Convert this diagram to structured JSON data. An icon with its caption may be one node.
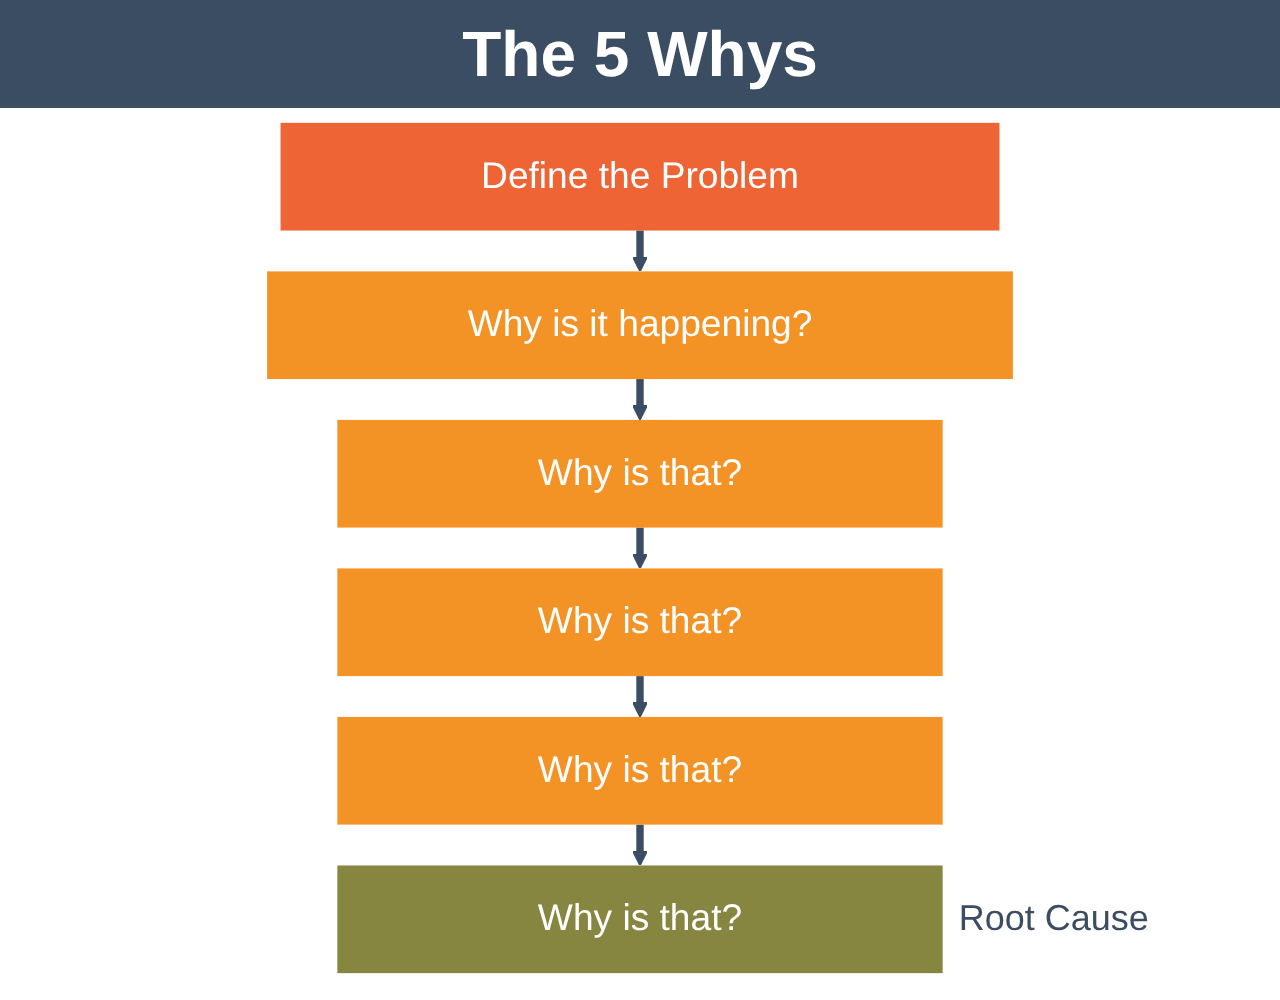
{
  "diagram": {
    "title": "The 5 Whys",
    "nodes": [
      {
        "text": [
          "Define the Problem"
        ]
      },
      {
        "text": [
          "Why is it happening?"
        ]
      },
      {
        "text": [
          "Why is that?"
        ]
      },
      {
        "text": [
          "Why is that?"
        ]
      },
      {
        "text": [
          "Why is that?"
        ]
      },
      {
        "text": [
          "Why is that?"
        ],
        "beside": [
          "Root Cause"
        ]
      }
    ],
    "edges": [
      {
        "from": 0,
        "to": 1,
        "arrow": "to"
      },
      {
        "from": 1,
        "to": 2,
        "arrow": "to"
      },
      {
        "from": 2,
        "to": 3,
        "arrow": "to"
      },
      {
        "from": 3,
        "to": 4,
        "arrow": "to"
      },
      {
        "from": 4,
        "to": 5,
        "arrow": "to"
      }
    ]
  }
}
